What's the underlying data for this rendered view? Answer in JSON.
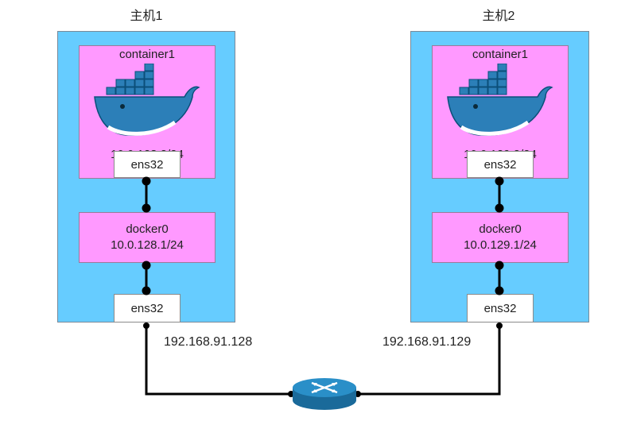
{
  "hosts": [
    {
      "title": "主机1",
      "container": {
        "name": "container1",
        "ip": "10.0.128.2/24",
        "iface": "ens32"
      },
      "bridge": {
        "name": "docker0",
        "ip": "10.0.128.1/24"
      },
      "host_iface": "ens32",
      "host_ip": "192.168.91.128"
    },
    {
      "title": "主机2",
      "container": {
        "name": "container1",
        "ip": "10.0.129.2/24",
        "iface": "ens32"
      },
      "bridge": {
        "name": "docker0",
        "ip": "10.0.129.1/24"
      },
      "host_iface": "ens32",
      "host_ip": "192.168.91.129"
    }
  ],
  "icons": {
    "container_logo": "docker-whale-icon",
    "router": "router-icon"
  },
  "colors": {
    "host_bg": "#66ccff",
    "container_bg": "#ff99ff",
    "iface_bg": "#ffffff",
    "link": "#000000"
  }
}
